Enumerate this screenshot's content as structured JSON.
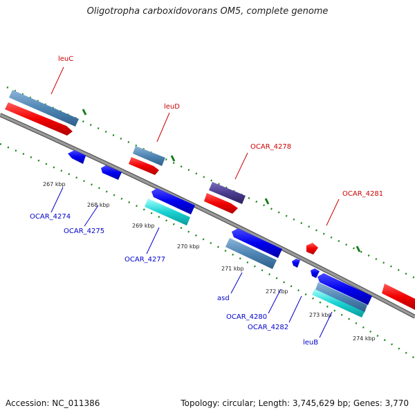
{
  "title": "Oligotropha carboxidovorans OM5, complete genome",
  "footer": {
    "accession": "Accession: NC_011386",
    "summary": "Topology: circular; Length: 3,745,629 bp; Genes: 3,770"
  },
  "colors": {
    "forward_label": "#cc0000",
    "reverse_label": "#0000cc",
    "forward_cds": "#ff0000",
    "reverse_cds": "#0000ee",
    "steelblue_feature": "#4f86b4",
    "cyan_feature": "#19d2d2",
    "purple_feature": "#4b3d8e",
    "backbone": "#8a8a8a",
    "dots": "#1a8a1a"
  },
  "ticks": [
    "267 kbp",
    "268 kbp",
    "269 kbp",
    "270 kbp",
    "271 kbp",
    "272 kbp",
    "273 kbp",
    "274 kbp"
  ],
  "gene_labels": {
    "leuC": "leuC",
    "leuD": "leuD",
    "ocar4278": "OCAR_4278",
    "ocar4281": "OCAR_4281",
    "ocar4274": "OCAR_4274",
    "ocar4275": "OCAR_4275",
    "ocar4277": "OCAR_4277",
    "asd": "asd",
    "ocar4280": "OCAR_4280",
    "ocar4282": "OCAR_4282",
    "leuB": "leuB"
  }
}
